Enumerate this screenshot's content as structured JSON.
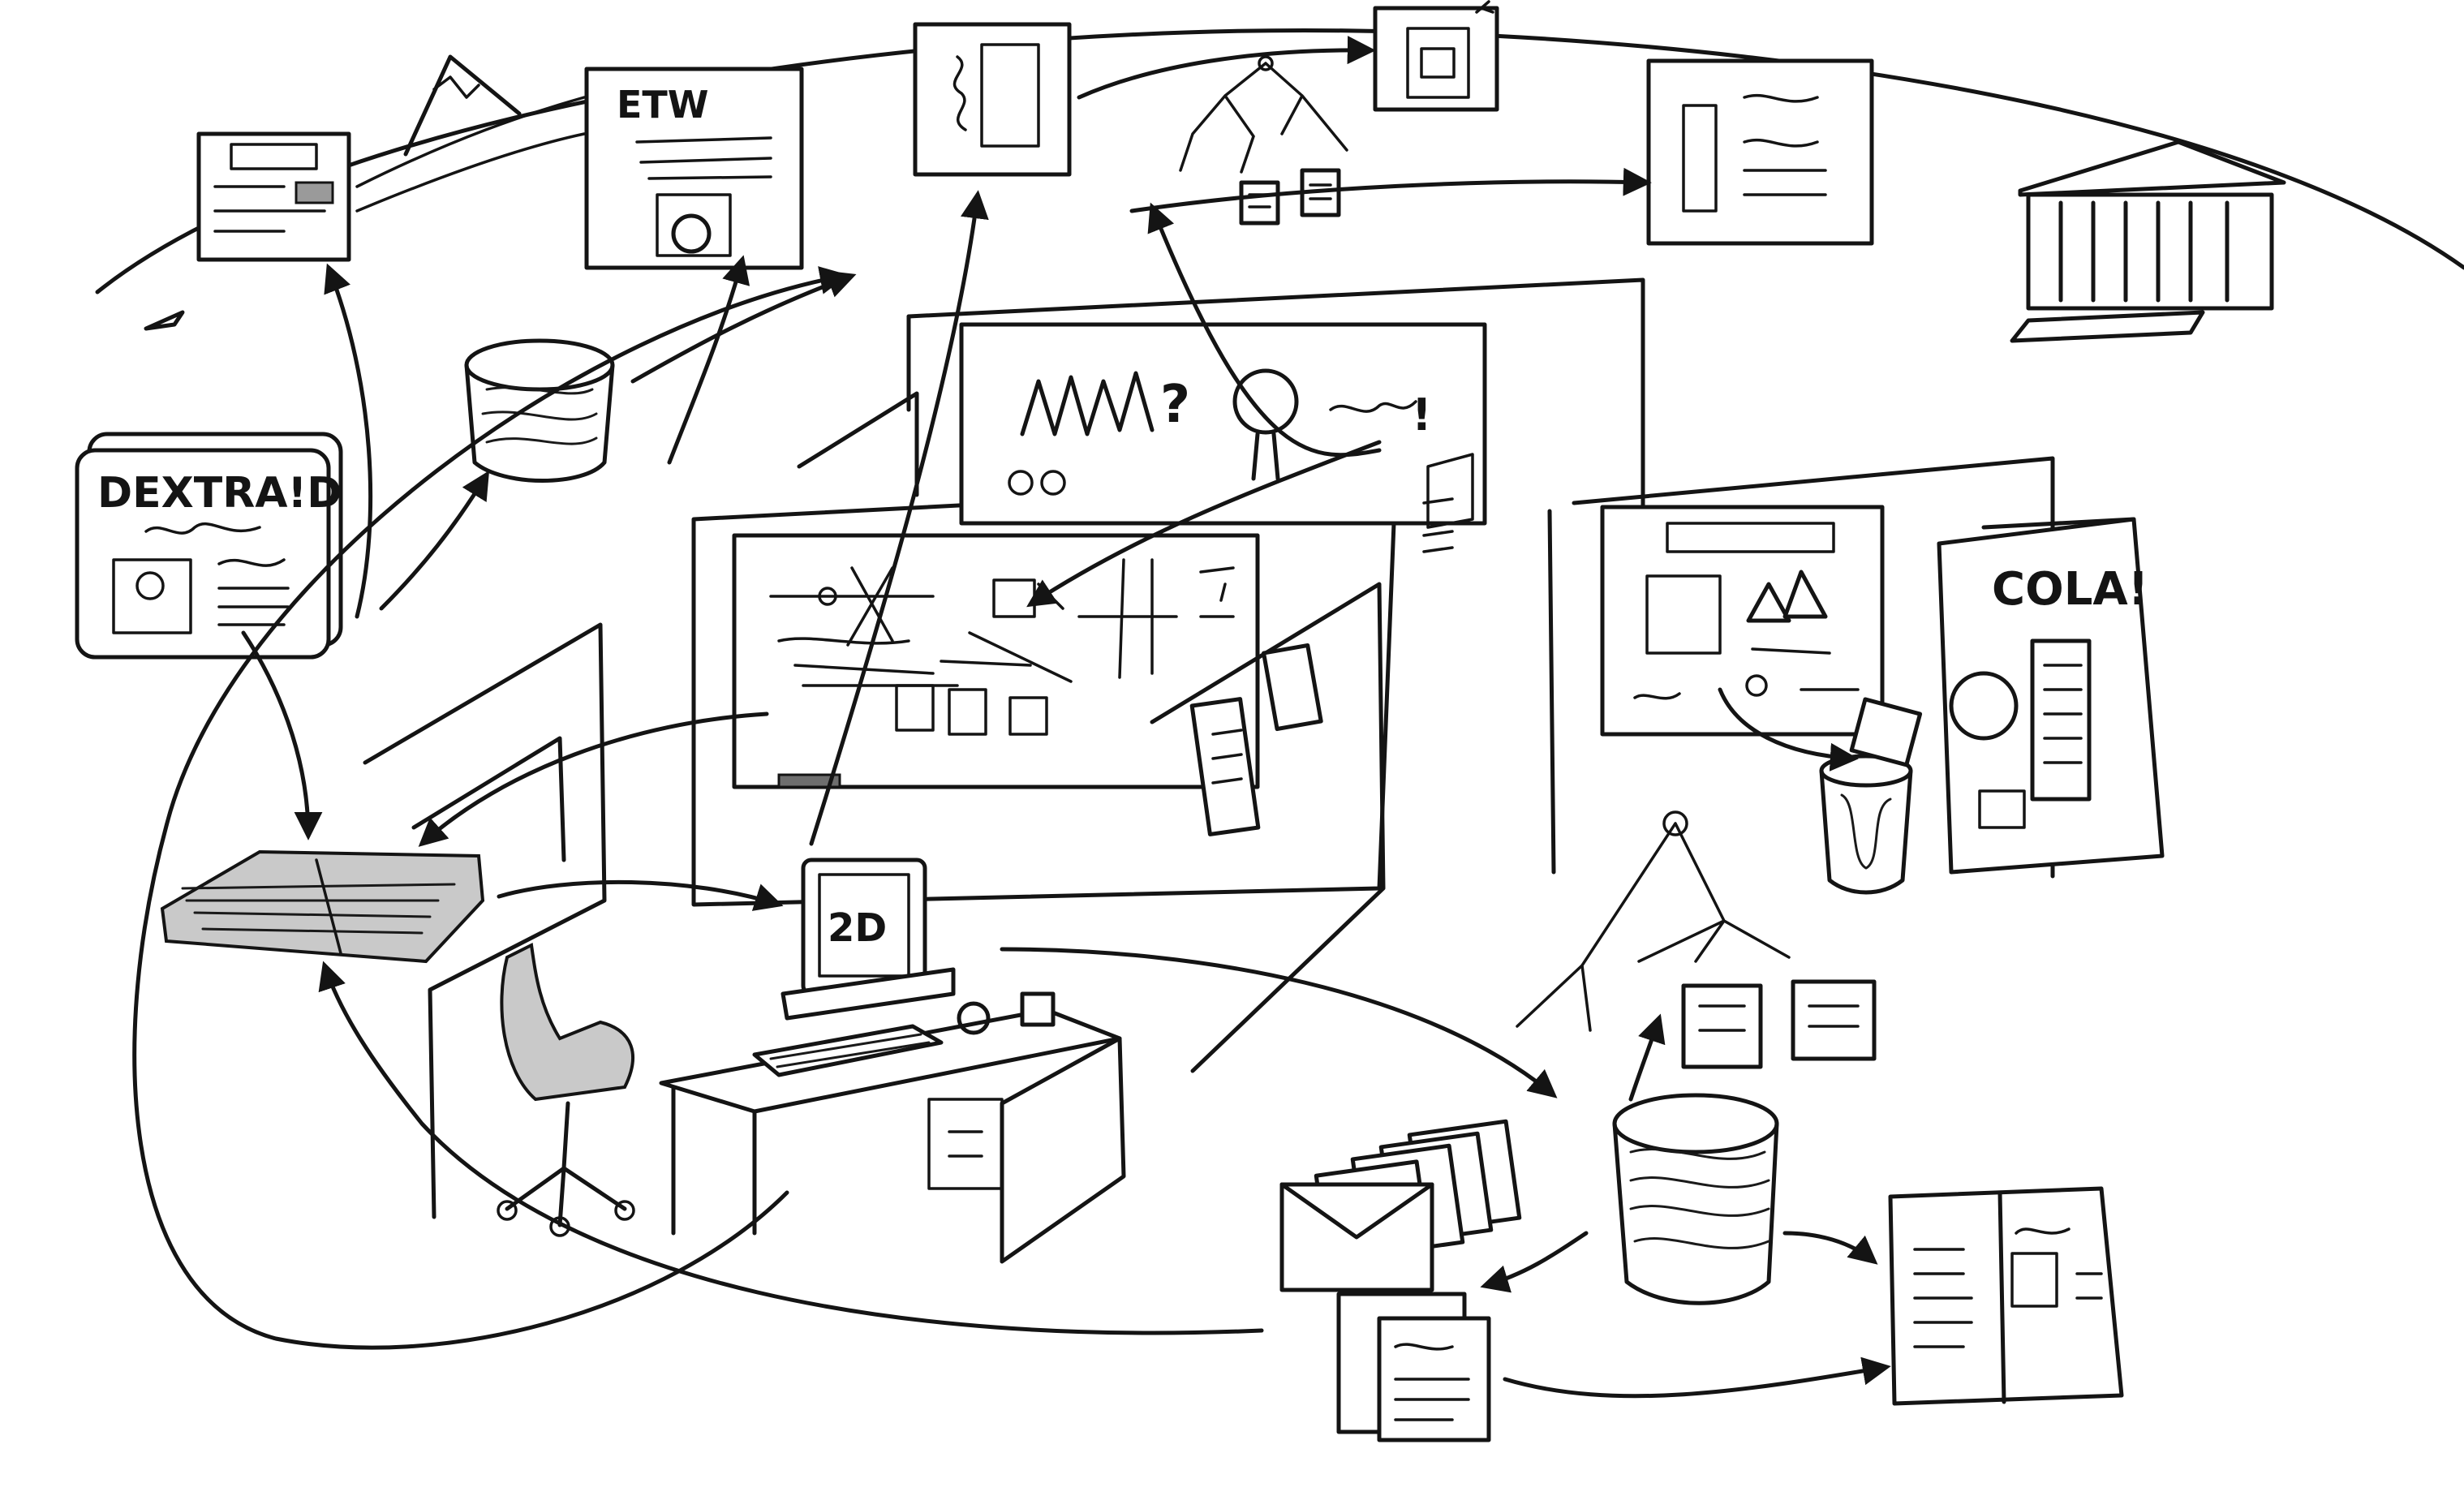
{
  "labels": {
    "poster_title": "DEXTRA!D",
    "cola_sign": "COLA!",
    "monitor_glyph": "2D",
    "doc_glyph": "ETW",
    "board_question": "?",
    "board_exclaim": "!"
  }
}
